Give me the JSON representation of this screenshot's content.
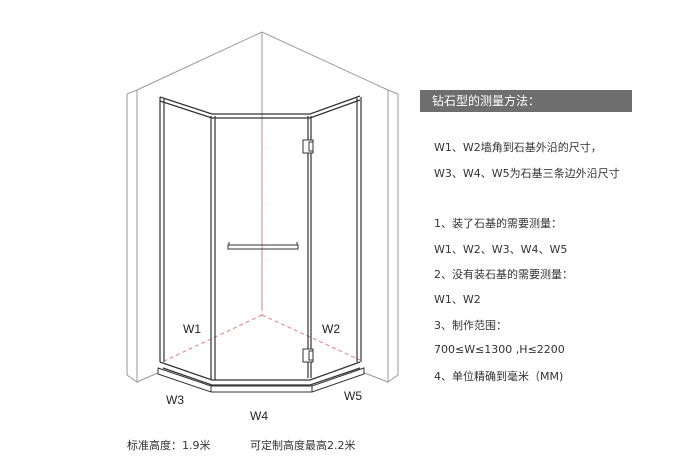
{
  "diagram": {
    "labels": {
      "w1": "W1",
      "w2": "W2",
      "w3": "W3",
      "w4": "W4",
      "w5": "W5"
    },
    "colors": {
      "line": "#444444",
      "wall": "#999999",
      "dash": "#e08080"
    }
  },
  "panel": {
    "title": "钻石型的测量方法：",
    "header_color": "#6e6e6e",
    "lines": [
      "W1、W2墙角到石基外沿的尺寸，",
      "W3、W4、W5为石基三条边外沿尺寸",
      "1、装了石基的需要测量：",
      "W1、W2、W3、W4、W5",
      "2、没有装石基的需要测量：",
      "W1、W2",
      "3、制作范围：",
      "700≤W≤1300 ,H≤2200",
      "4、单位精确到毫米（MM)"
    ]
  },
  "footer": {
    "standard_height": "标准高度：1.9米",
    "custom_height": "可定制高度最高2.2米"
  }
}
